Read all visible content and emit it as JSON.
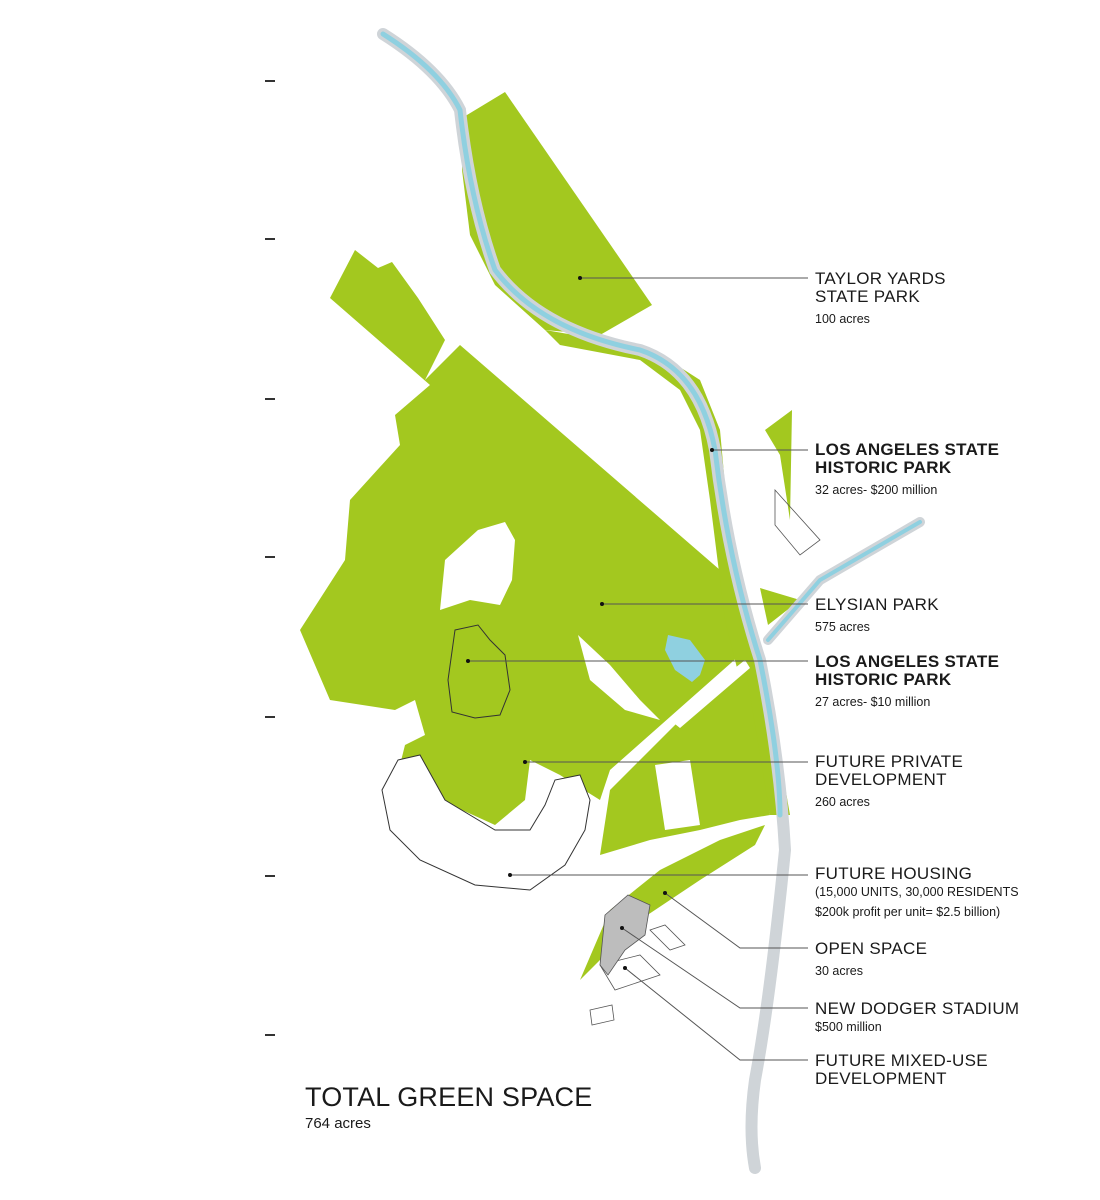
{
  "labels": [
    {
      "title": [
        "TAYLOR YARDS",
        "STATE PARK"
      ],
      "detail": "100 acres",
      "bold": false
    },
    {
      "title": [
        "LOS ANGELES STATE",
        "HISTORIC PARK"
      ],
      "detail": "32 acres- $200 million",
      "bold": true
    },
    {
      "title": [
        "ELYSIAN PARK"
      ],
      "detail": "575 acres",
      "bold": false
    },
    {
      "title": [
        "LOS ANGELES STATE",
        "HISTORIC PARK"
      ],
      "detail": "27 acres- $10 million",
      "bold": true
    },
    {
      "title": [
        "FUTURE PRIVATE",
        "DEVELOPMENT"
      ],
      "detail": "260 acres",
      "bold": false
    },
    {
      "title": [
        "FUTURE HOUSING"
      ],
      "detail": "(15,000 UNITS, 30,000 RESIDENTS",
      "detail2": "$200k profit per unit= $2.5 billion)",
      "bold": false
    },
    {
      "title": [
        "OPEN SPACE"
      ],
      "detail": "30 acres",
      "bold": false
    },
    {
      "title": [
        "NEW DODGER STADIUM"
      ],
      "detail": "$500 million",
      "bold": false
    },
    {
      "title": [
        "FUTURE MIXED-USE",
        "DEVELOPMENT"
      ],
      "detail": "",
      "bold": false
    }
  ],
  "total": {
    "title": "TOTAL GREEN SPACE",
    "value": "764 acres"
  },
  "colors": {
    "green": "#a3c81f",
    "water": "#8fd0e0",
    "river_bank": "#cfd4d8",
    "stadium": "#bdbdbd"
  }
}
